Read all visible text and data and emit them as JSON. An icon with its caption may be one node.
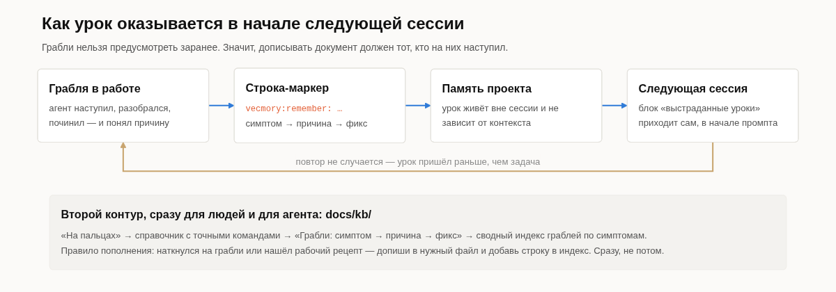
{
  "diagram": {
    "title": "Как урок оказывается в начале следующей сессии",
    "caption": "Грабли нельзя предусмотреть заранее. Значит, дописывать документ должен тот, кто на них наступил.",
    "nodes": [
      {
        "text": [
          "Грабля в работе",
          "агент наступил, разобрался, починил — и понял причину"
        ]
      },
      {
        "text": [
          "Строка-маркер",
          "vecmory:remember: …",
          "симптом → причина → фикс"
        ]
      },
      {
        "text": [
          "Память проекта",
          "урок живёт вне сессии и не зависит от контекста"
        ]
      },
      {
        "text": [
          "Следующая сессия",
          "блок «выстраданные уроки» приходит сам, в начале промпта"
        ]
      },
      {
        "text": [
          "Второй контур, сразу для людей и для агента: docs/kb/",
          "«На пальцах» → справочник с точными командами → «Грабли: симптом → причина → фикс» → сводный индекс граблей по симптомам.",
          "Правило пополнения: наткнулся на грабли или нашёл рабочий рецепт — допиши в нужный файл и добавь строку в индекс. Сразу, не потом."
        ]
      }
    ],
    "edges": [
      {
        "from": 0,
        "to": 1,
        "arrow": "to"
      },
      {
        "from": 1,
        "to": 2,
        "arrow": "to"
      },
      {
        "from": 2,
        "to": 3,
        "arrow": "to"
      },
      {
        "from": 3,
        "to": 0,
        "arrow": "to",
        "label": "повтор не случается — урок пришёл раньше, чем задача",
        "color": "#c8a46e"
      }
    ]
  }
}
